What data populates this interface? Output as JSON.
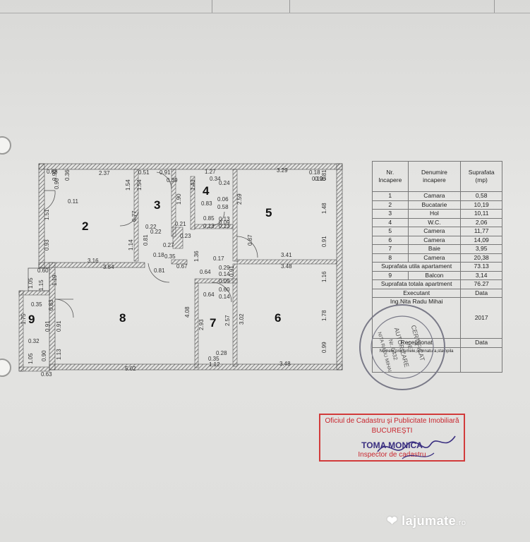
{
  "plan": {
    "rooms": [
      {
        "num": "2"
      },
      {
        "num": "3"
      },
      {
        "num": "4"
      },
      {
        "num": "5"
      },
      {
        "num": "6"
      },
      {
        "num": "7"
      },
      {
        "num": "8"
      },
      {
        "num": "9"
      }
    ],
    "dimensions": [
      "0.68",
      "2.37",
      "0.51",
      "0.91",
      "1.27",
      "3.29",
      "0.18",
      "0.90",
      "0.36",
      "0.90",
      "0.11",
      "1.54",
      "1.54",
      "0.39",
      "0.34",
      "0.24",
      "0.12",
      "1.43",
      "2.59",
      "0.81",
      "1.90",
      "0.83",
      "0.06",
      "0.58",
      "1.51",
      "0.21",
      "0.22",
      "0.22",
      "0.77",
      "0.85",
      "0.13",
      "0.13",
      "0.09",
      "0.13",
      "1.48",
      "0.23",
      "0.93",
      "1.14",
      "0.81",
      "0.27",
      "0.18",
      "0.35",
      "0.87",
      "0.91",
      "3.16",
      "0.17",
      "3.41",
      "3.54",
      "0.81",
      "0.67",
      "1.36",
      "0.64",
      "3.48",
      "0.29",
      "0.14",
      "0.60",
      "1.05",
      "1.15",
      "1.19",
      "0.09",
      "0.91",
      "0.60",
      "0.14",
      "1.16",
      "0.35",
      "0.64",
      "0.83",
      "4.08",
      "2.93",
      "3.02",
      "2.57",
      "1.78",
      "1.75",
      "0.91",
      "0.91",
      "0.32",
      "0.28",
      "0.99",
      "1.05",
      "0.90",
      "1.12",
      "3.48",
      "1.13",
      "0.63",
      "5.02",
      "0.35",
      "0.90"
    ]
  },
  "legend": {
    "headers": [
      "Nr. Incapere",
      "Denumire incapere",
      "Suprafata (mp)"
    ],
    "rows": [
      {
        "nr": "1",
        "name": "Camara",
        "area": "0,58"
      },
      {
        "nr": "2",
        "name": "Bucatarie",
        "area": "10,19"
      },
      {
        "nr": "3",
        "name": "Hol",
        "area": "10,11"
      },
      {
        "nr": "4",
        "name": "W.C.",
        "area": "2,06"
      },
      {
        "nr": "5",
        "name": "Camera",
        "area": "11,77"
      },
      {
        "nr": "6",
        "name": "Camera",
        "area": "14,09"
      },
      {
        "nr": "7",
        "name": "Baie",
        "area": "3,95"
      },
      {
        "nr": "8",
        "name": "Camera",
        "area": "20,38"
      }
    ],
    "useful_label": "Suprafata utila apartament",
    "useful_value": "73.13",
    "balcony": {
      "nr": "9",
      "name": "Balcon",
      "area": "3,14"
    },
    "total_label": "Suprafata totala apartment",
    "total_value": "76.27",
    "executed_label": "Executant",
    "date_label": "Data",
    "executant_name": "Ing.Nita Radu Mihai",
    "year": "2017",
    "receptioned_label": "Receptionat",
    "receptioned_sub": "Numele,prenumele,semnatura,stampila",
    "date_label2": "Data"
  },
  "stamp": {
    "line1": "Oficiul de Cadastru şi Publicitate Imobiliară",
    "line2": "BUCUREŞTI",
    "line3": "TOMA MONICA",
    "line4": "Inspector de cadastru"
  },
  "seal": {
    "text1": "CERTIFICAT",
    "text2": "DE",
    "text3": "AUTORIZARE",
    "text4": "Nr. 0432",
    "text5": "NITA RADU MIHAI"
  },
  "watermark": {
    "brand": "lajumate",
    "tld": ".ro"
  },
  "colors": {
    "stamp_red": "#d23b3b",
    "signature_blue": "#3a2f80",
    "wall": "#555555"
  }
}
